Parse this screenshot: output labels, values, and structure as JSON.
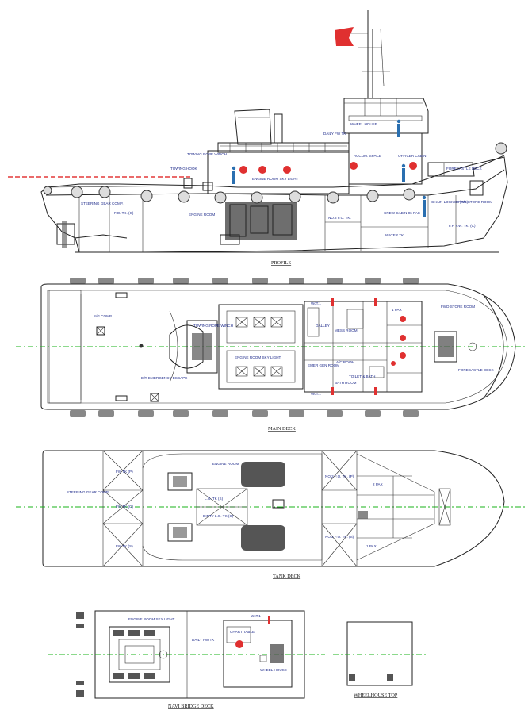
{
  "titles": {
    "profile": "PROFILE",
    "main_deck": "MAIN DECK",
    "tank_deck": "TANK DECK",
    "navi_bridge_deck": "NAVI BRIDGE DECK",
    "wheelhouse_top": "WHEELHOUSE TOP"
  },
  "profile_labels": {
    "wheel_house": "WHEEL HOUSE",
    "daily_fw_tk": "DAILY FW TK",
    "towing_rope_winch": "TOWING ROPE WINCH",
    "towing_hook": "TOWING HOOK",
    "engine_room_sky_light": "ENGINE ROOM SKY LIGHT",
    "accom_space": "ACCOM. SPACE",
    "officer_cabin": "OFFICER CABIN",
    "forecastle_deck": "FORECASTLE DECK",
    "engine_room": "ENGINE ROOM",
    "fo_tk": "F.O. TK. (C)",
    "steering_gear_comp": "STEERING GEAR COMP.",
    "no2_fo_tk": "NO.2 F.O. TK.",
    "crew_cabin": "CREW CABIN 06 PAX",
    "chain_locker": "CHAIN LOCKER (P/S)",
    "fwd_store_room": "FWD STORE ROOM",
    "fp_fw_tk": "F.P. F.W. TK. (C)",
    "water_tk": "WATER TK."
  },
  "main_deck_labels": {
    "sg_comp": "S/G COMP.",
    "er_emergency_escape": "E/R EMERGENCY ESCAPE",
    "towing_rope_winch": "TOWING ROPE WINCH",
    "engine_room_sky_light": "ENGINE ROOM SKY LIGHT",
    "galley": "GALLEY",
    "mess_room": "MESS ROOM",
    "emergen_room": "EMER GEN ROOM",
    "ac_room": "A/C ROOM",
    "toilet_bath": "TOILET & BATH",
    "bath_room": "BATH ROOM",
    "wc_top": "WcT.1",
    "wc_bottom": "WcT.1",
    "pax": "1 PAX",
    "fwd_store_room": "FWD STORE ROOM",
    "forecastle_deck": "FORECASTLE DECK"
  },
  "tank_deck_labels": {
    "steering_gear_comp": "STEERING GEAR COMP.",
    "fw_tk_p": "FW TK (P)",
    "fw_tk_c": "FW TK (C)",
    "fw_tk_s": "FW TK (S)",
    "engine_room": "ENGINE ROOM",
    "lo_tk": "L.O. TK (S)",
    "dirty_lo_tk": "DIRTY L.O. TK (S)",
    "no2_fo_tk_p": "NO.2 F.O. TK. (P)",
    "no2_fo_tk_s": "NO.2 F.O. TK. (S)",
    "pax": "1 PAX",
    "pax_2": "2 PAX"
  },
  "bridge_labels": {
    "engine_room_sky_light": "ENGINE ROOM SKY LIGHT",
    "daily_fw_tk": "DAILY FW TK",
    "chart_table": "CHART TABLE",
    "wheel_house": "WHEEL HOUSE",
    "wc": "WcT.1"
  },
  "colors": {
    "flag": "#e03030",
    "centerline": "#19b319",
    "waterline": "#d11111",
    "label": "#1d2a8a"
  }
}
